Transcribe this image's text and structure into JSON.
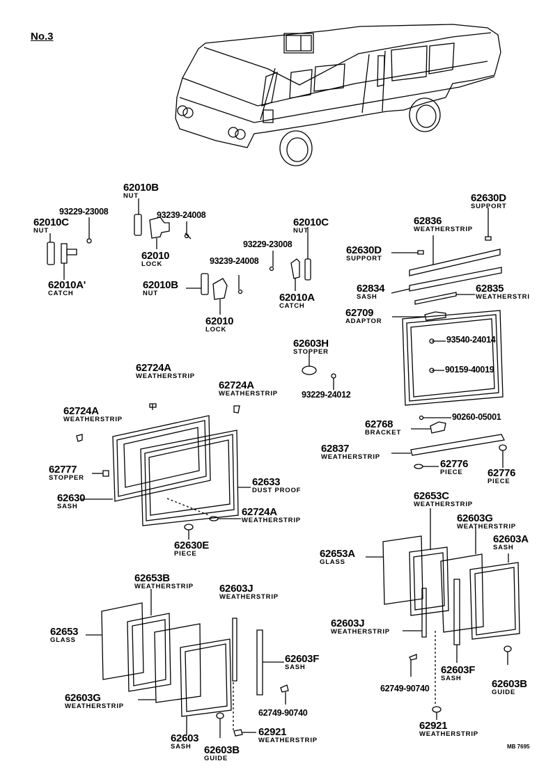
{
  "title": "No.3",
  "drawing_code": "MB 7695",
  "parts": [
    {
      "id": "p1",
      "number": "62010C",
      "name": "NUT"
    },
    {
      "id": "p2",
      "number": "93229-23008",
      "name": ""
    },
    {
      "id": "p3",
      "number": "62010A'",
      "name": "CATCH"
    },
    {
      "id": "p4",
      "number": "62010B",
      "name": "NUT"
    },
    {
      "id": "p5",
      "number": "93239-24008",
      "name": ""
    },
    {
      "id": "p6",
      "number": "62010",
      "name": "LOCK"
    },
    {
      "id": "p7",
      "number": "62010B",
      "name": "NUT"
    },
    {
      "id": "p8",
      "number": "93239-24008",
      "name": ""
    },
    {
      "id": "p9",
      "number": "62010",
      "name": "LOCK"
    },
    {
      "id": "p10",
      "number": "93229-23008",
      "name": ""
    },
    {
      "id": "p11",
      "number": "62010C",
      "name": "NUT"
    },
    {
      "id": "p12",
      "number": "62010A",
      "name": "CATCH"
    },
    {
      "id": "p13",
      "number": "62630D",
      "name": "SUPPORT"
    },
    {
      "id": "p14",
      "number": "62836",
      "name": "WEATHERSTRIP"
    },
    {
      "id": "p15",
      "number": "62630D",
      "name": "SUPPORT"
    },
    {
      "id": "p16",
      "number": "62834",
      "name": "SASH"
    },
    {
      "id": "p17",
      "number": "62835",
      "name": "WEATHERSTRI"
    },
    {
      "id": "p18",
      "number": "62709",
      "name": "ADAPTOR"
    },
    {
      "id": "p19",
      "number": "62603H",
      "name": "STOPPER"
    },
    {
      "id": "p20",
      "number": "93229-24012",
      "name": ""
    },
    {
      "id": "p21",
      "number": "93540-24014",
      "name": ""
    },
    {
      "id": "p22",
      "number": "90159-40019",
      "name": ""
    },
    {
      "id": "p23",
      "number": "90260-05001",
      "name": ""
    },
    {
      "id": "p24",
      "number": "62768",
      "name": "BRACKET"
    },
    {
      "id": "p25",
      "number": "62837",
      "name": "WEATHERSTRIP"
    },
    {
      "id": "p26",
      "number": "62776",
      "name": "PIECE"
    },
    {
      "id": "p27",
      "number": "62776",
      "name": "PIECE"
    },
    {
      "id": "p28",
      "number": "62724A",
      "name": "WEATHERSTRIP"
    },
    {
      "id": "p29",
      "number": "62724A",
      "name": "WEATHERSTRIP"
    },
    {
      "id": "p30",
      "number": "62724A",
      "name": "WEATHERSTRIP"
    },
    {
      "id": "p31",
      "number": "62777",
      "name": "STOPPER"
    },
    {
      "id": "p32",
      "number": "62630",
      "name": "SASH"
    },
    {
      "id": "p33",
      "number": "62633",
      "name": "DUST PROOF"
    },
    {
      "id": "p34",
      "number": "62724A",
      "name": "WEATHERSTRIP"
    },
    {
      "id": "p35",
      "number": "62630E",
      "name": "PIECE"
    },
    {
      "id": "p36",
      "number": "62653C",
      "name": "WEATHERSTRIP"
    },
    {
      "id": "p37",
      "number": "62603G",
      "name": "WEATHERSTRIP"
    },
    {
      "id": "p38",
      "number": "62603A",
      "name": "SASH"
    },
    {
      "id": "p39",
      "number": "62653A",
      "name": "GLASS"
    },
    {
      "id": "p40",
      "number": "62603J",
      "name": "WEATHERSTRIP"
    },
    {
      "id": "p41",
      "number": "62603F",
      "name": "SASH"
    },
    {
      "id": "p42",
      "number": "62603B",
      "name": "GUIDE"
    },
    {
      "id": "p43",
      "number": "62749-90740",
      "name": ""
    },
    {
      "id": "p44",
      "number": "62921",
      "name": "WEATHERSTRIP"
    },
    {
      "id": "p45",
      "number": "62653B",
      "name": "WEATHERSTRIP"
    },
    {
      "id": "p46",
      "number": "62603J",
      "name": "WEATHERSTRIP"
    },
    {
      "id": "p47",
      "number": "62653",
      "name": "GLASS"
    },
    {
      "id": "p48",
      "number": "62603F",
      "name": "SASH"
    },
    {
      "id": "p49",
      "number": "62603G",
      "name": "WEATHERSTRIP"
    },
    {
      "id": "p50",
      "number": "62749-90740",
      "name": ""
    },
    {
      "id": "p51",
      "number": "62603",
      "name": "SASH"
    },
    {
      "id": "p52",
      "number": "62921",
      "name": "WEATHERSTRIP"
    },
    {
      "id": "p53",
      "number": "62603B",
      "name": "GUIDE"
    }
  ]
}
